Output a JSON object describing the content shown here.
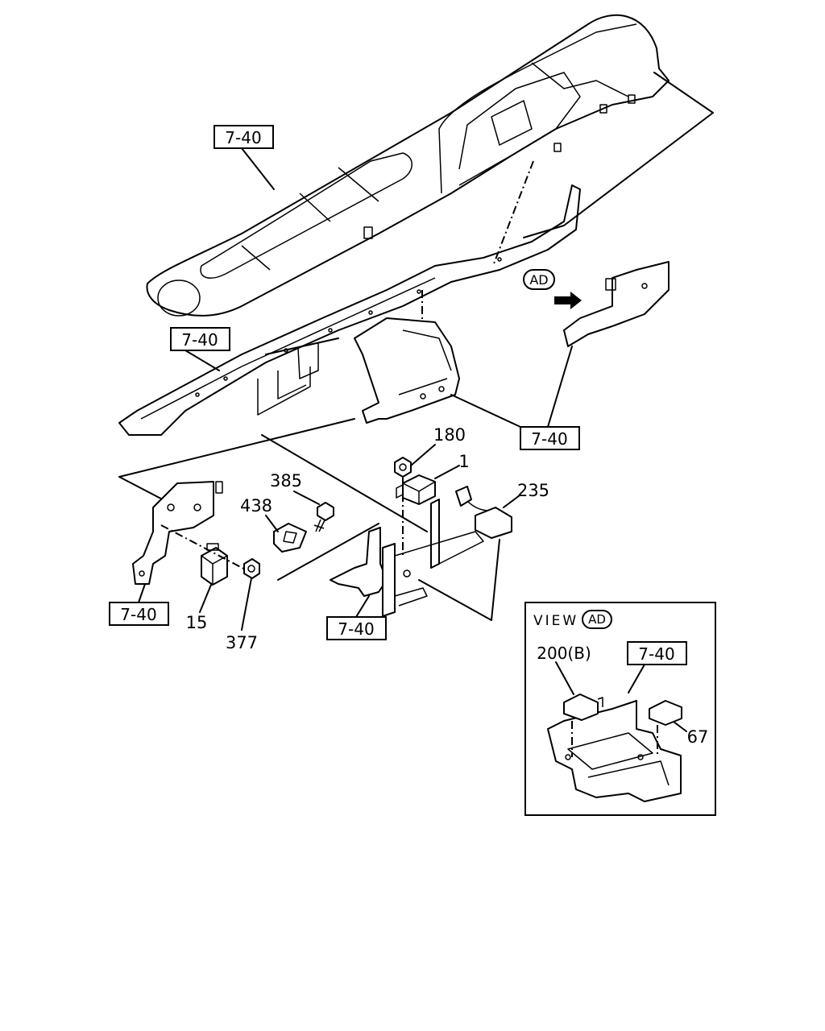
{
  "refs": {
    "dash_panel": "7-40",
    "cross_member": "7-40",
    "center_bracket": "7-40",
    "left_bracket": "7-40",
    "bottom_bracket": "7-40",
    "inset": "7-40"
  },
  "parts": {
    "p180": "180",
    "p1": "1",
    "p385": "385",
    "p438": "438",
    "p235": "235",
    "p15": "15",
    "p377": "377",
    "p200": "200(B)",
    "p67": "67"
  },
  "view_callout": "AD",
  "inset": {
    "title": "VIEW",
    "callout": "AD"
  }
}
